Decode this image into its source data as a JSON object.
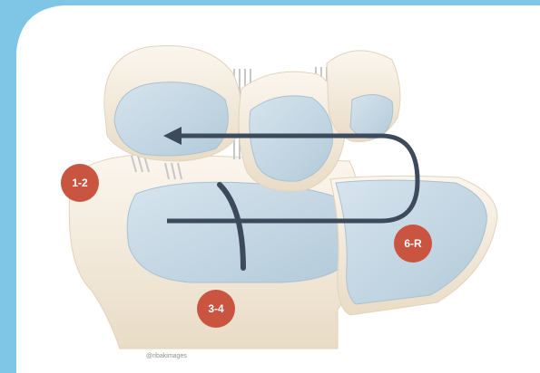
{
  "portals": [
    {
      "id": "portal-1-2",
      "label": "1-2"
    },
    {
      "id": "portal-3-4",
      "label": "3-4"
    },
    {
      "id": "portal-6r",
      "label": "6-R"
    }
  ],
  "credit": "@ribakimages",
  "colors": {
    "background": "#7fc6e6",
    "panel": "#ffffff",
    "bone": "#f4ecdf",
    "cartilage": "#c9dbe6",
    "arrow": "#3d4a5c",
    "portal_marker": "#c9543f"
  }
}
